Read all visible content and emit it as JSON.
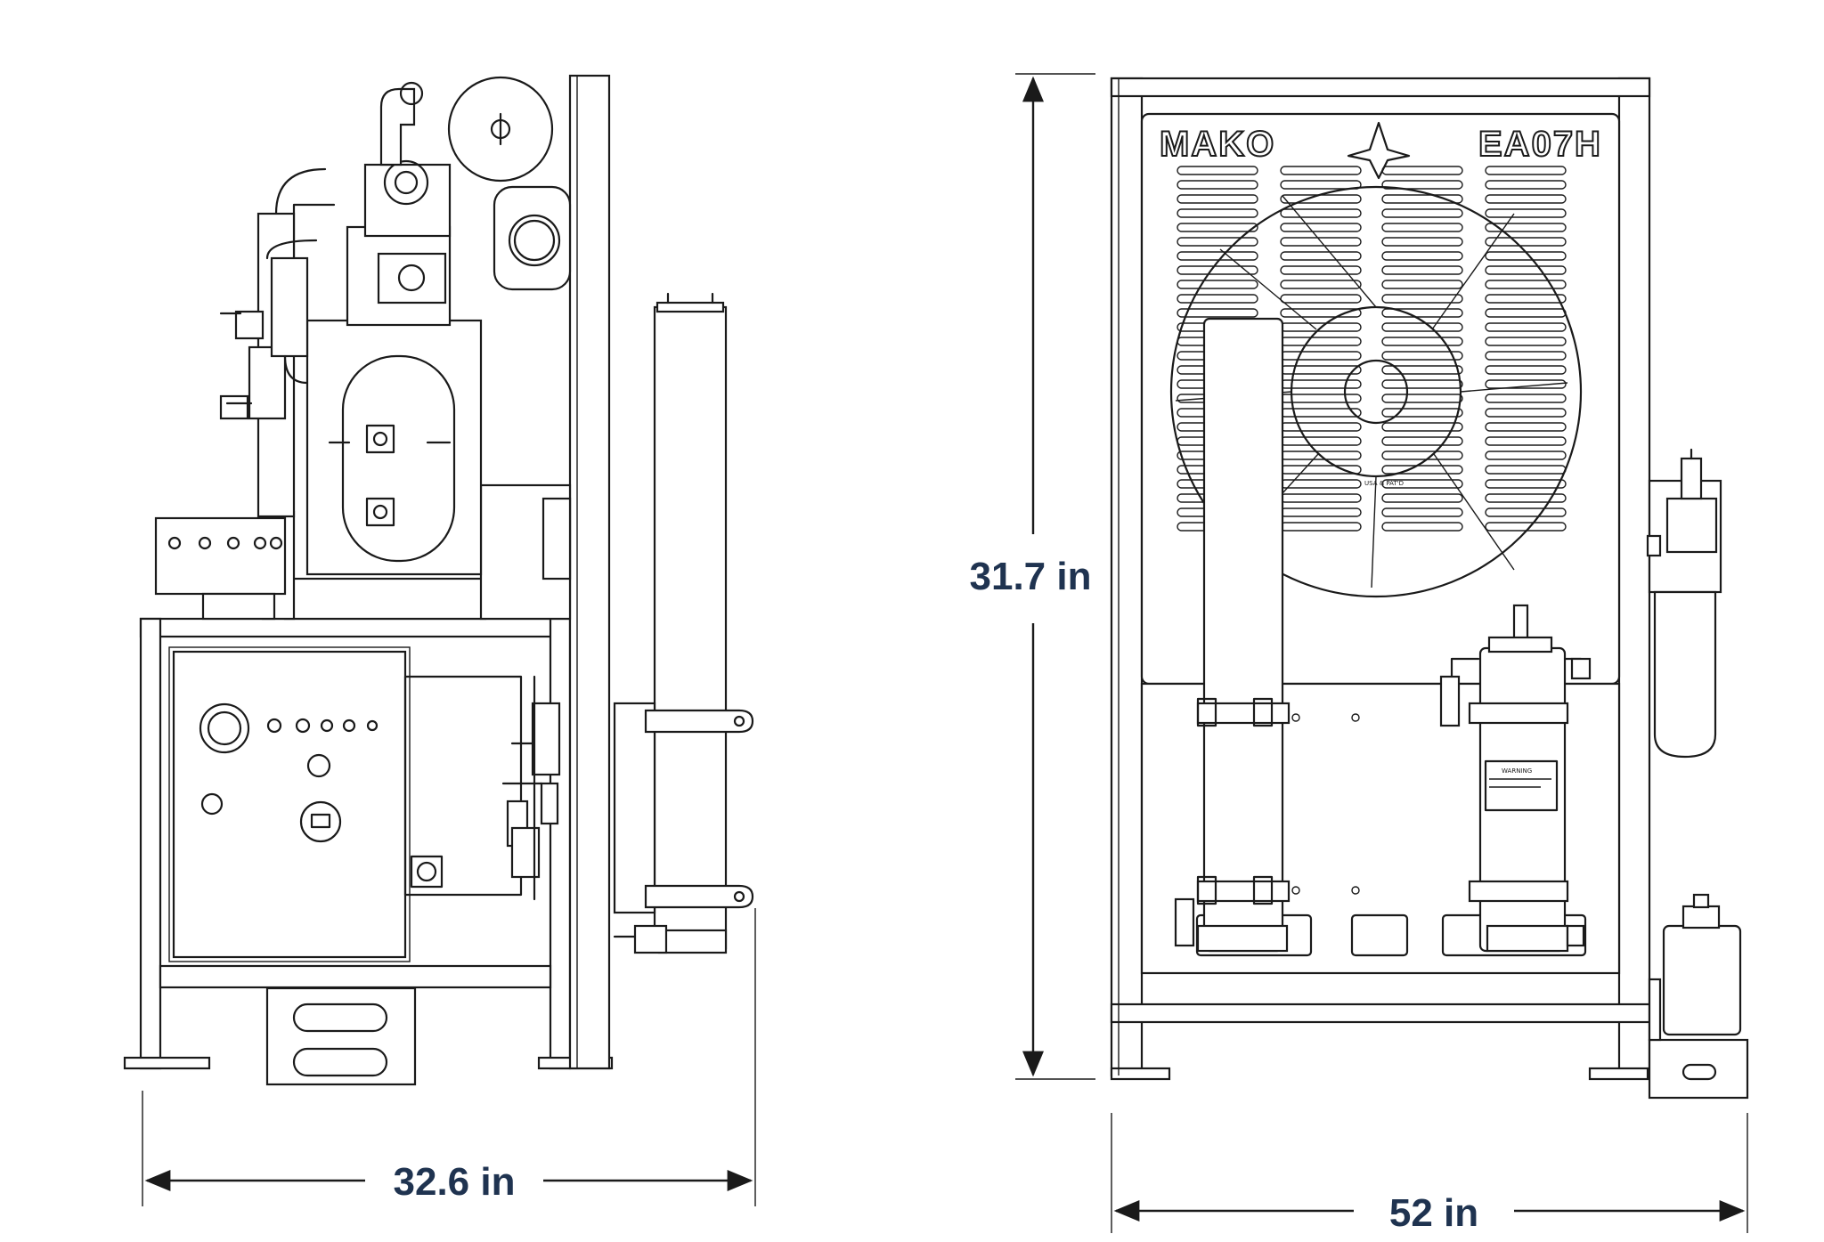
{
  "dimensions": {
    "side_width": "32.6 in",
    "height": "31.7 in",
    "front_width": "52 in"
  },
  "front_panel": {
    "brand": "MAKO",
    "model": "EA07H",
    "fan_label": "USA & PAT'D",
    "warning_title": "WARNING"
  },
  "colors": {
    "line": "#1a1a1a",
    "dimension_text": "#1f3350",
    "background": "#ffffff"
  }
}
